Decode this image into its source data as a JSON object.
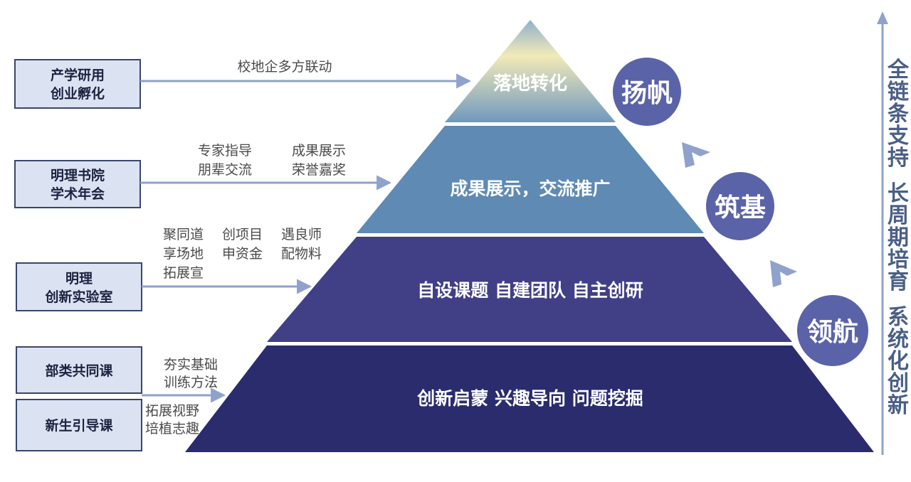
{
  "colors": {
    "box_fill": "#dbe3f3",
    "box_border": "#3a466a",
    "arrow": "#8ea2cc",
    "layer1": "#2a2c6e",
    "layer2": "#413f86",
    "layer3": "#5e8ab4",
    "layer4_top": "#f2eab8",
    "layer4_bottom": "#6f99be",
    "circle": "#5a63a8",
    "side_text": "#4a5f86"
  },
  "left_boxes": [
    {
      "lines": [
        "产学研用",
        "创业孵化"
      ]
    },
    {
      "lines": [
        "明理书院",
        "学术年会"
      ]
    },
    {
      "lines": [
        "明理",
        "创新实验室"
      ]
    },
    {
      "lines": [
        "部类共同课"
      ]
    },
    {
      "lines": [
        "新生引导课"
      ]
    }
  ],
  "annotations": {
    "top": [
      "校地企多方联动"
    ],
    "second": [
      "专家指导",
      "成果展示",
      "朋辈交流",
      "荣誉嘉奖"
    ],
    "third": [
      "聚同道",
      "创项目",
      "遇良师",
      "享场地",
      "申资金",
      "配物料",
      "拓展宣"
    ],
    "bottom_upper": [
      "夯实基础",
      "训练方法"
    ],
    "bottom_lower": [
      "拓展视野",
      "培植志趣"
    ]
  },
  "pyramid_layers": {
    "top": "落地转化",
    "second": "成果展示，交流推广",
    "third": "自设课题 自建团队 自主创研",
    "bottom": "创新启蒙 兴趣导向 问题挖掘"
  },
  "stage_circles": [
    "扬帆",
    "筑基",
    "领航"
  ],
  "side_title": {
    "col1": [
      "全",
      "链",
      "条",
      "支",
      "持"
    ],
    "col2": [
      "长",
      "周",
      "期",
      "培",
      "育"
    ],
    "col3": [
      "系",
      "统",
      "化",
      "创",
      "新"
    ]
  }
}
